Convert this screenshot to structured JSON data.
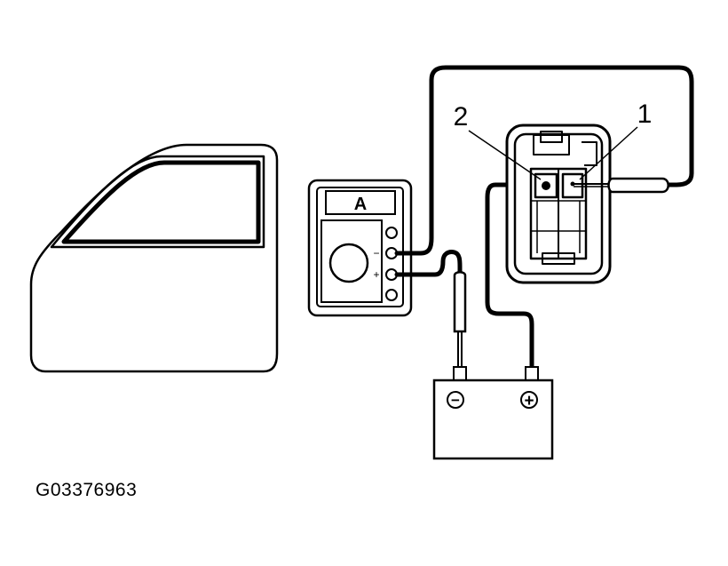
{
  "figure_id": "G03376963",
  "meter": {
    "display_label": "A",
    "minus_label": "−",
    "plus_label": "+"
  },
  "callouts": {
    "one": "1",
    "two": "2"
  },
  "battery": {
    "negative_symbol": "−",
    "positive_symbol": "+"
  }
}
